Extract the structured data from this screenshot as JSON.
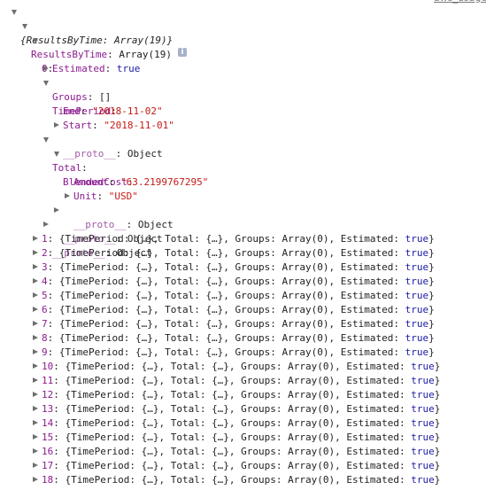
{
  "source_link": "aws_usage",
  "header": {
    "summary_text": "{ResultsByTime: Array(19)}",
    "info_icon": "i"
  },
  "root": {
    "key": "ResultsByTime",
    "value": "Array(19)"
  },
  "item0": {
    "index": "0",
    "estimated_key": "Estimated",
    "estimated_value": "true",
    "groups_key": "Groups",
    "groups_value": "[]",
    "timeperiod_key": "TimePeriod",
    "end_key": "End",
    "end_value": "\"2018-11-02\"",
    "start_key": "Start",
    "start_value": "\"2018-11-01\"",
    "proto_key": "__proto__",
    "proto_value": "Object",
    "total_key": "Total",
    "blendedcost_key": "BlendedCost",
    "amount_key": "Amount",
    "amount_value": "\"63.2199767295\"",
    "unit_key": "Unit",
    "unit_value": "\"USD\""
  },
  "collapsed_rows": [
    {
      "index": "1",
      "summary": "{TimePeriod: {…}, Total: {…}, Groups: Array(0), Estimated: ",
      "estimated": "true",
      "close": "}"
    },
    {
      "index": "2",
      "summary": "{TimePeriod: {…}, Total: {…}, Groups: Array(0), Estimated: ",
      "estimated": "true",
      "close": "}"
    },
    {
      "index": "3",
      "summary": "{TimePeriod: {…}, Total: {…}, Groups: Array(0), Estimated: ",
      "estimated": "true",
      "close": "}"
    },
    {
      "index": "4",
      "summary": "{TimePeriod: {…}, Total: {…}, Groups: Array(0), Estimated: ",
      "estimated": "true",
      "close": "}"
    },
    {
      "index": "5",
      "summary": "{TimePeriod: {…}, Total: {…}, Groups: Array(0), Estimated: ",
      "estimated": "true",
      "close": "}"
    },
    {
      "index": "6",
      "summary": "{TimePeriod: {…}, Total: {…}, Groups: Array(0), Estimated: ",
      "estimated": "true",
      "close": "}"
    },
    {
      "index": "7",
      "summary": "{TimePeriod: {…}, Total: {…}, Groups: Array(0), Estimated: ",
      "estimated": "true",
      "close": "}"
    },
    {
      "index": "8",
      "summary": "{TimePeriod: {…}, Total: {…}, Groups: Array(0), Estimated: ",
      "estimated": "true",
      "close": "}"
    },
    {
      "index": "9",
      "summary": "{TimePeriod: {…}, Total: {…}, Groups: Array(0), Estimated: ",
      "estimated": "true",
      "close": "}"
    },
    {
      "index": "10",
      "summary": "{TimePeriod: {…}, Total: {…}, Groups: Array(0), Estimated: ",
      "estimated": "true",
      "close": "}"
    },
    {
      "index": "11",
      "summary": "{TimePeriod: {…}, Total: {…}, Groups: Array(0), Estimated: ",
      "estimated": "true",
      "close": "}"
    },
    {
      "index": "12",
      "summary": "{TimePeriod: {…}, Total: {…}, Groups: Array(0), Estimated: ",
      "estimated": "true",
      "close": "}"
    },
    {
      "index": "13",
      "summary": "{TimePeriod: {…}, Total: {…}, Groups: Array(0), Estimated: ",
      "estimated": "true",
      "close": "}"
    },
    {
      "index": "14",
      "summary": "{TimePeriod: {…}, Total: {…}, Groups: Array(0), Estimated: ",
      "estimated": "true",
      "close": "}"
    },
    {
      "index": "15",
      "summary": "{TimePeriod: {…}, Total: {…}, Groups: Array(0), Estimated: ",
      "estimated": "true",
      "close": "}"
    },
    {
      "index": "16",
      "summary": "{TimePeriod: {…}, Total: {…}, Groups: Array(0), Estimated: ",
      "estimated": "true",
      "close": "}"
    },
    {
      "index": "17",
      "summary": "{TimePeriod: {…}, Total: {…}, Groups: Array(0), Estimated: ",
      "estimated": "true",
      "close": "}"
    },
    {
      "index": "18",
      "summary": "{TimePeriod: {…}, Total: {…}, Groups: Array(0), Estimated: ",
      "estimated": "true",
      "close": "}"
    }
  ]
}
